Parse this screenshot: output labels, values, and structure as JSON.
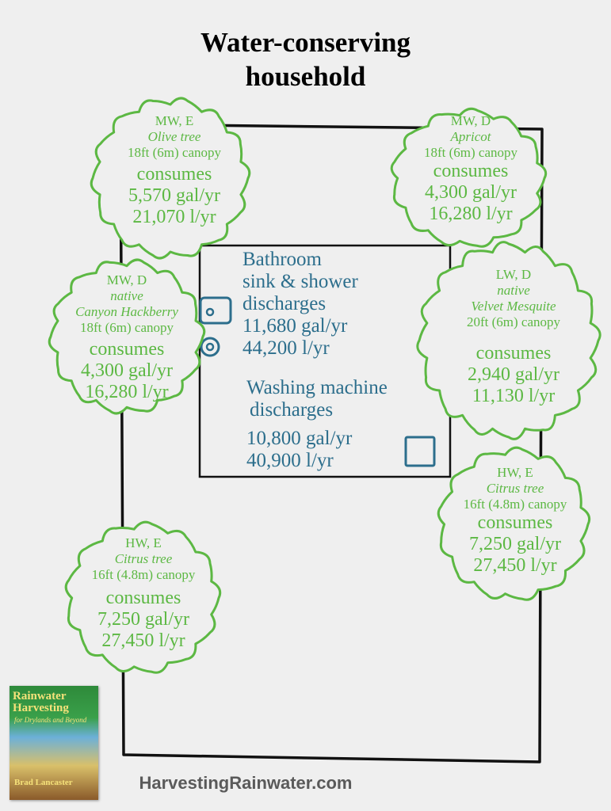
{
  "title_line1": "Water-conserving",
  "title_line2": "household",
  "colors": {
    "tree": "#5cb843",
    "house_text": "#2c6e8c",
    "outline": "#111111",
    "background": "#efefef"
  },
  "trees": [
    {
      "id": "olive",
      "zone": "MW, E",
      "native": "",
      "name": "Olive tree",
      "canopy": "18ft (6m) canopy",
      "consumes": "consumes",
      "gal": "5,570 gal/yr",
      "liters": "21,070 l/yr"
    },
    {
      "id": "apricot",
      "zone": "MW, D",
      "native": "",
      "name": "Apricot",
      "canopy": "18ft (6m) canopy",
      "consumes": "consumes",
      "gal": "4,300 gal/yr",
      "liters": "16,280 l/yr"
    },
    {
      "id": "hackberry",
      "zone": "MW, D",
      "native": "native",
      "name": "Canyon Hackberry",
      "canopy": "18ft  (6m)  canopy",
      "consumes": "consumes",
      "gal": "4,300 gal/yr",
      "liters": "16,280 l/yr"
    },
    {
      "id": "mesquite",
      "zone": "LW, D",
      "native": "native",
      "name": "Velvet Mesquite",
      "canopy": "20ft  (6m)  canopy",
      "consumes": "consumes",
      "gal": "2,940 gal/yr",
      "liters": "11,130 l/yr"
    },
    {
      "id": "citrus-right",
      "zone": "HW, E",
      "native": "",
      "name": "Citrus tree",
      "canopy": "16ft (4.8m) canopy",
      "consumes": "consumes",
      "gal": "7,250 gal/yr",
      "liters": "27,450 l/yr"
    },
    {
      "id": "citrus-left",
      "zone": "HW, E",
      "native": "",
      "name": "Citrus tree",
      "canopy": "16ft (4.8m) canopy",
      "consumes": "consumes",
      "gal": "7,250 gal/yr",
      "liters": "27,450 l/yr"
    }
  ],
  "house": {
    "bathroom_line1": "Bathroom",
    "bathroom_line2": "sink & shower",
    "bathroom_line3": "discharges",
    "bathroom_gal": "11,680 gal/yr",
    "bathroom_liters": "44,200 l/yr",
    "washer_line1": "Washing machine",
    "washer_line2": "discharges",
    "washer_gal": "10,800 gal/yr",
    "washer_liters": "40,900 l/yr"
  },
  "book": {
    "title_line1": "Rainwater",
    "title_line2": "Harvesting",
    "subtitle": "for Drylands and Beyond",
    "author": "Brad Lancaster"
  },
  "site_url": "HarvestingRainwater.com"
}
